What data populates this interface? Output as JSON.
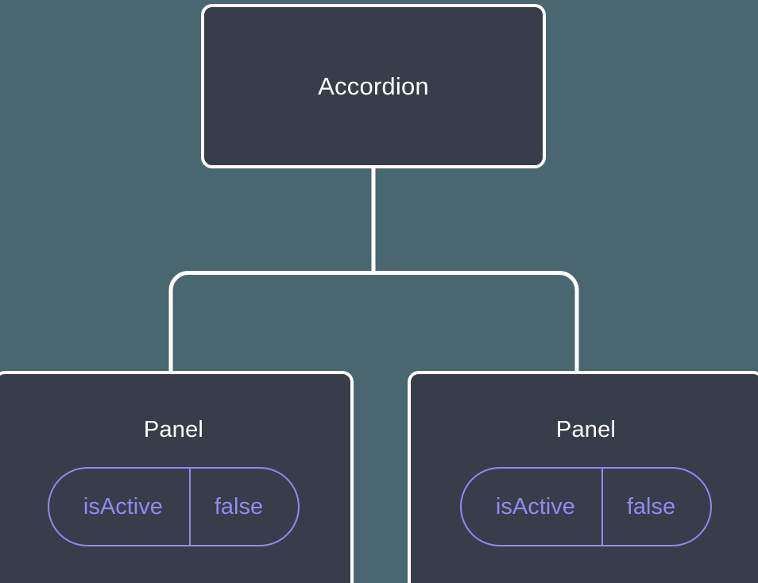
{
  "diagram": {
    "type": "component-tree",
    "background_color": "#4a6670",
    "node_fill_color": "#383d4b",
    "node_border_color": "#ffffff",
    "node_label_color": "#ffffff",
    "prop_accent_color": "#8b8df0",
    "connector_color": "#ffffff"
  },
  "root": {
    "label": "Accordion"
  },
  "children": [
    {
      "label": "Panel",
      "prop": {
        "key": "isActive",
        "value": "false"
      }
    },
    {
      "label": "Panel",
      "prop": {
        "key": "isActive",
        "value": "false"
      }
    }
  ],
  "edges": [
    {
      "from": "Accordion",
      "to": "Panel"
    },
    {
      "from": "Accordion",
      "to": "Panel"
    }
  ]
}
